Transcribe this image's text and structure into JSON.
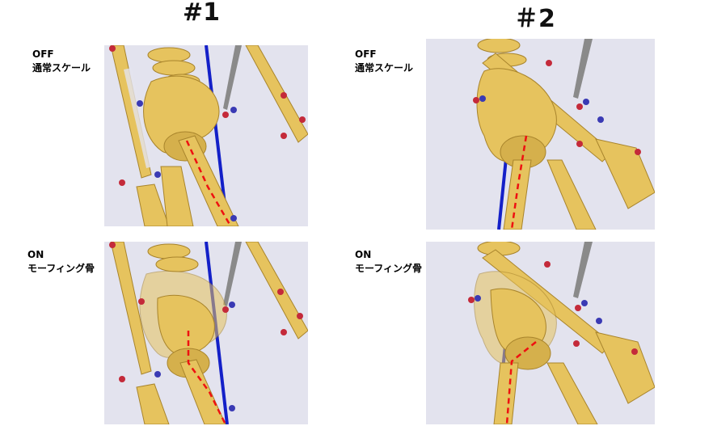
{
  "headers": {
    "col1": "#1",
    "col2": "＃2"
  },
  "rows": {
    "off": {
      "state": "OFF",
      "desc": "通常スケール"
    },
    "on": {
      "state": "ON",
      "desc": "モーフィング骨"
    }
  },
  "colors": {
    "background": "#e3e3ee",
    "bone": "#e6c35e",
    "bone_shadow": "#a8842c",
    "blue_line": "#1420c8",
    "dashed_line": "#ee1111",
    "marker_red": "#c42a3a",
    "marker_blue": "#3a3ab4",
    "instrument": "#8a8a8a"
  }
}
